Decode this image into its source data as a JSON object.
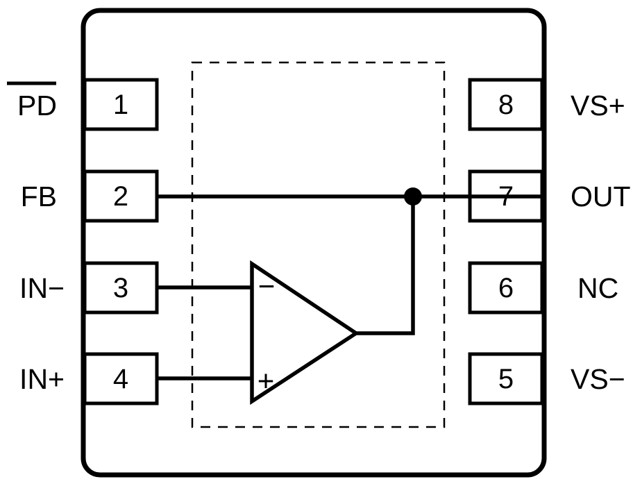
{
  "diagram": {
    "type": "ic-pinout",
    "package_outline": "rounded-rectangle",
    "die_outline": "dashed-rectangle",
    "colors": {
      "line": "#000000",
      "fill": "#ffffff",
      "background": "#ffffff"
    },
    "pins_left": [
      {
        "number": "1",
        "label": "PD",
        "overline": true
      },
      {
        "number": "2",
        "label": "FB",
        "overline": false
      },
      {
        "number": "3",
        "label": "IN−",
        "overline": false
      },
      {
        "number": "4",
        "label": "IN+",
        "overline": false
      }
    ],
    "pins_right": [
      {
        "number": "8",
        "label": "VS+"
      },
      {
        "number": "7",
        "label": "OUT"
      },
      {
        "number": "6",
        "label": "NC"
      },
      {
        "number": "5",
        "label": "VS−"
      }
    ],
    "opamp": {
      "inverting_sign": "−",
      "noninverting_sign": "+"
    },
    "connections": [
      {
        "from": "pin-2",
        "to": "junction-node",
        "kind": "feedback"
      },
      {
        "from": "junction-node",
        "to": "pin-7",
        "kind": "output"
      },
      {
        "from": "junction-node",
        "to": "opamp-output",
        "kind": "feedback-drop"
      },
      {
        "from": "pin-3",
        "to": "opamp-inverting-input",
        "kind": "input"
      },
      {
        "from": "pin-4",
        "to": "opamp-noninverting-input",
        "kind": "input"
      }
    ]
  }
}
